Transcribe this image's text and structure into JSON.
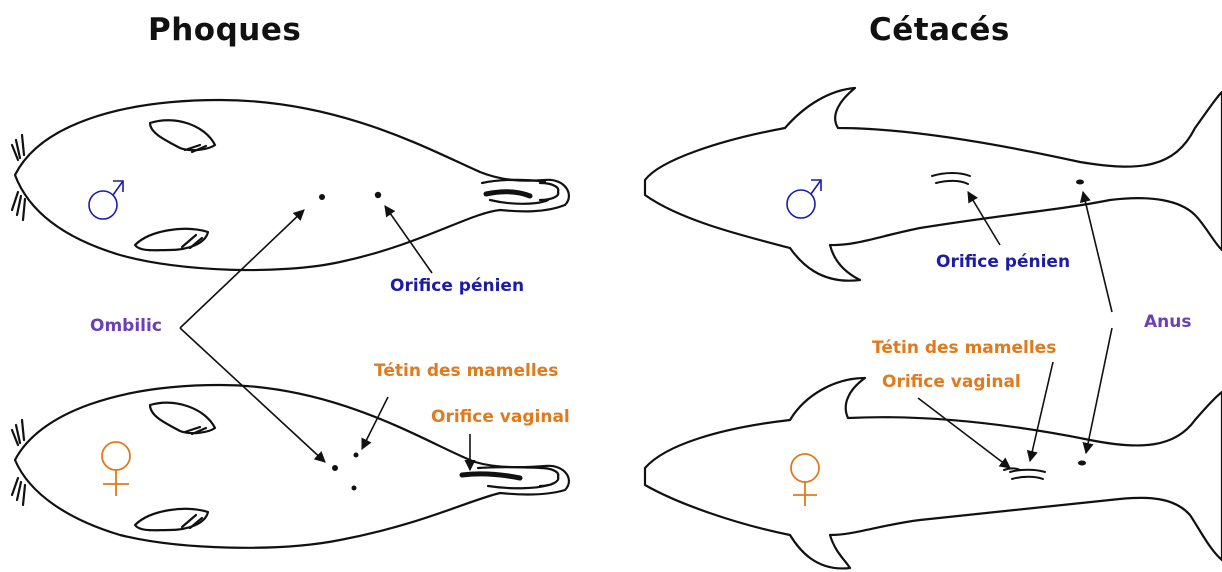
{
  "titles": {
    "seals": "Phoques",
    "cetaceans": "Cétacés"
  },
  "labels": {
    "ombilic": "Ombilic",
    "orifice_penien_seal": "Orifice pénien",
    "tetin_seal": "Tétin des mamelles",
    "orifice_vaginal_seal": "Orifice vaginal",
    "orifice_penien_cetacean": "Orifice pénien",
    "anus": "Anus",
    "tetin_cetacean": "Tétin des mamelles",
    "orifice_vaginal_cetacean": "Orifice vaginal"
  },
  "colors": {
    "male": "#1c1ca8",
    "female": "#e07a1c",
    "ombilic_anus": "#6b3fb8",
    "outline": "#111111"
  },
  "symbols": {
    "male": "male-symbol",
    "female": "female-symbol"
  }
}
